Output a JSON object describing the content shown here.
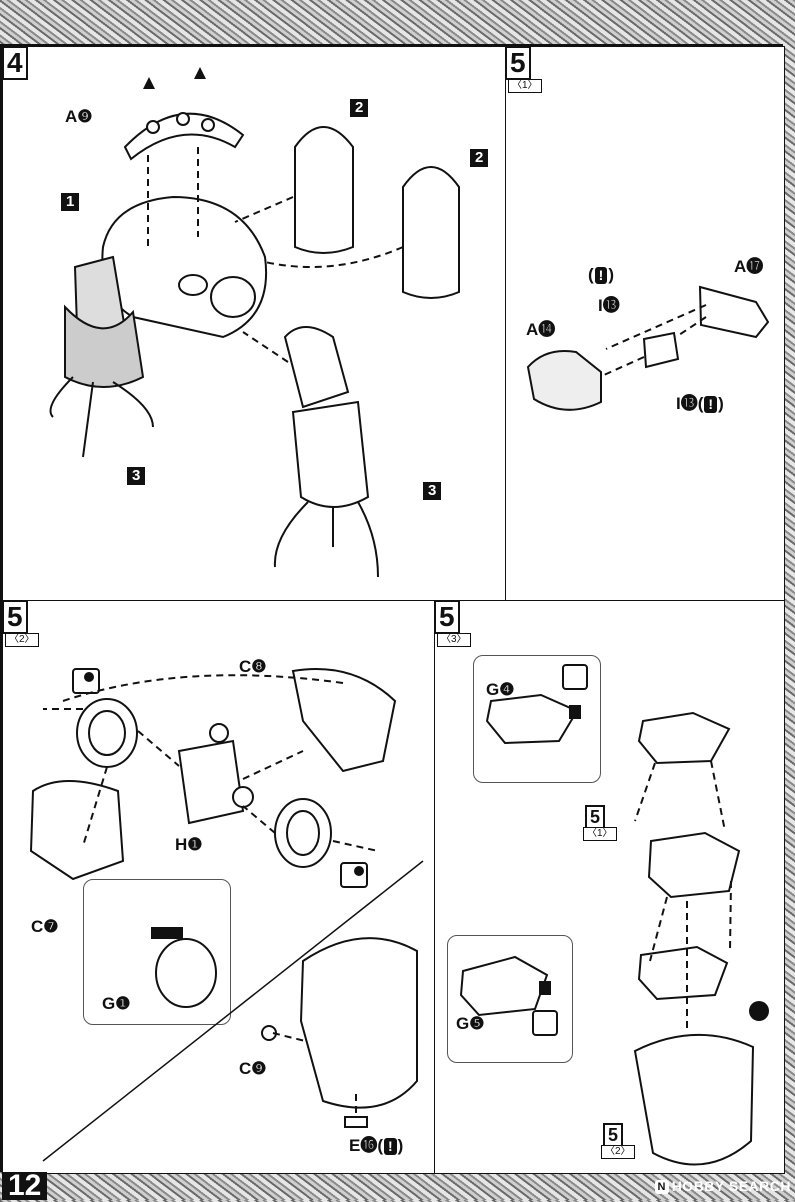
{
  "page_number": "12",
  "watermark": {
    "icon": "N",
    "text": "HOBBY SEARCH"
  },
  "steps": {
    "s4": {
      "number": "4",
      "tag_1": "1",
      "tag_2a": "2",
      "tag_2b": "2",
      "tag_3a": "3",
      "tag_3b": "3",
      "label_a9": "A❾"
    },
    "s5_1": {
      "number": "5",
      "sub": "〈1〉",
      "label_a17": "A⓱",
      "label_a14": "A⓮",
      "label_i13": "I⓭",
      "label_i13b": "I⓭(",
      "paren_open": "(",
      "paren_close": ")",
      "excl": "!"
    },
    "s5_2": {
      "number": "5",
      "sub": "〈2〉",
      "label_c8": "C❽",
      "label_h1": "H❶",
      "label_c7": "C❼",
      "label_g1": "G❶",
      "label_c9": "C❾",
      "label_e16": "E⓰(",
      "paren_close": ")",
      "excl": "!"
    },
    "s5_3": {
      "number": "5",
      "sub": "〈3〉",
      "label_g4": "G❹",
      "label_g5": "G❺",
      "ref1_num": "5",
      "ref1_sub": "〈1〉",
      "ref2_num": "5",
      "ref2_sub": "〈2〉"
    }
  }
}
